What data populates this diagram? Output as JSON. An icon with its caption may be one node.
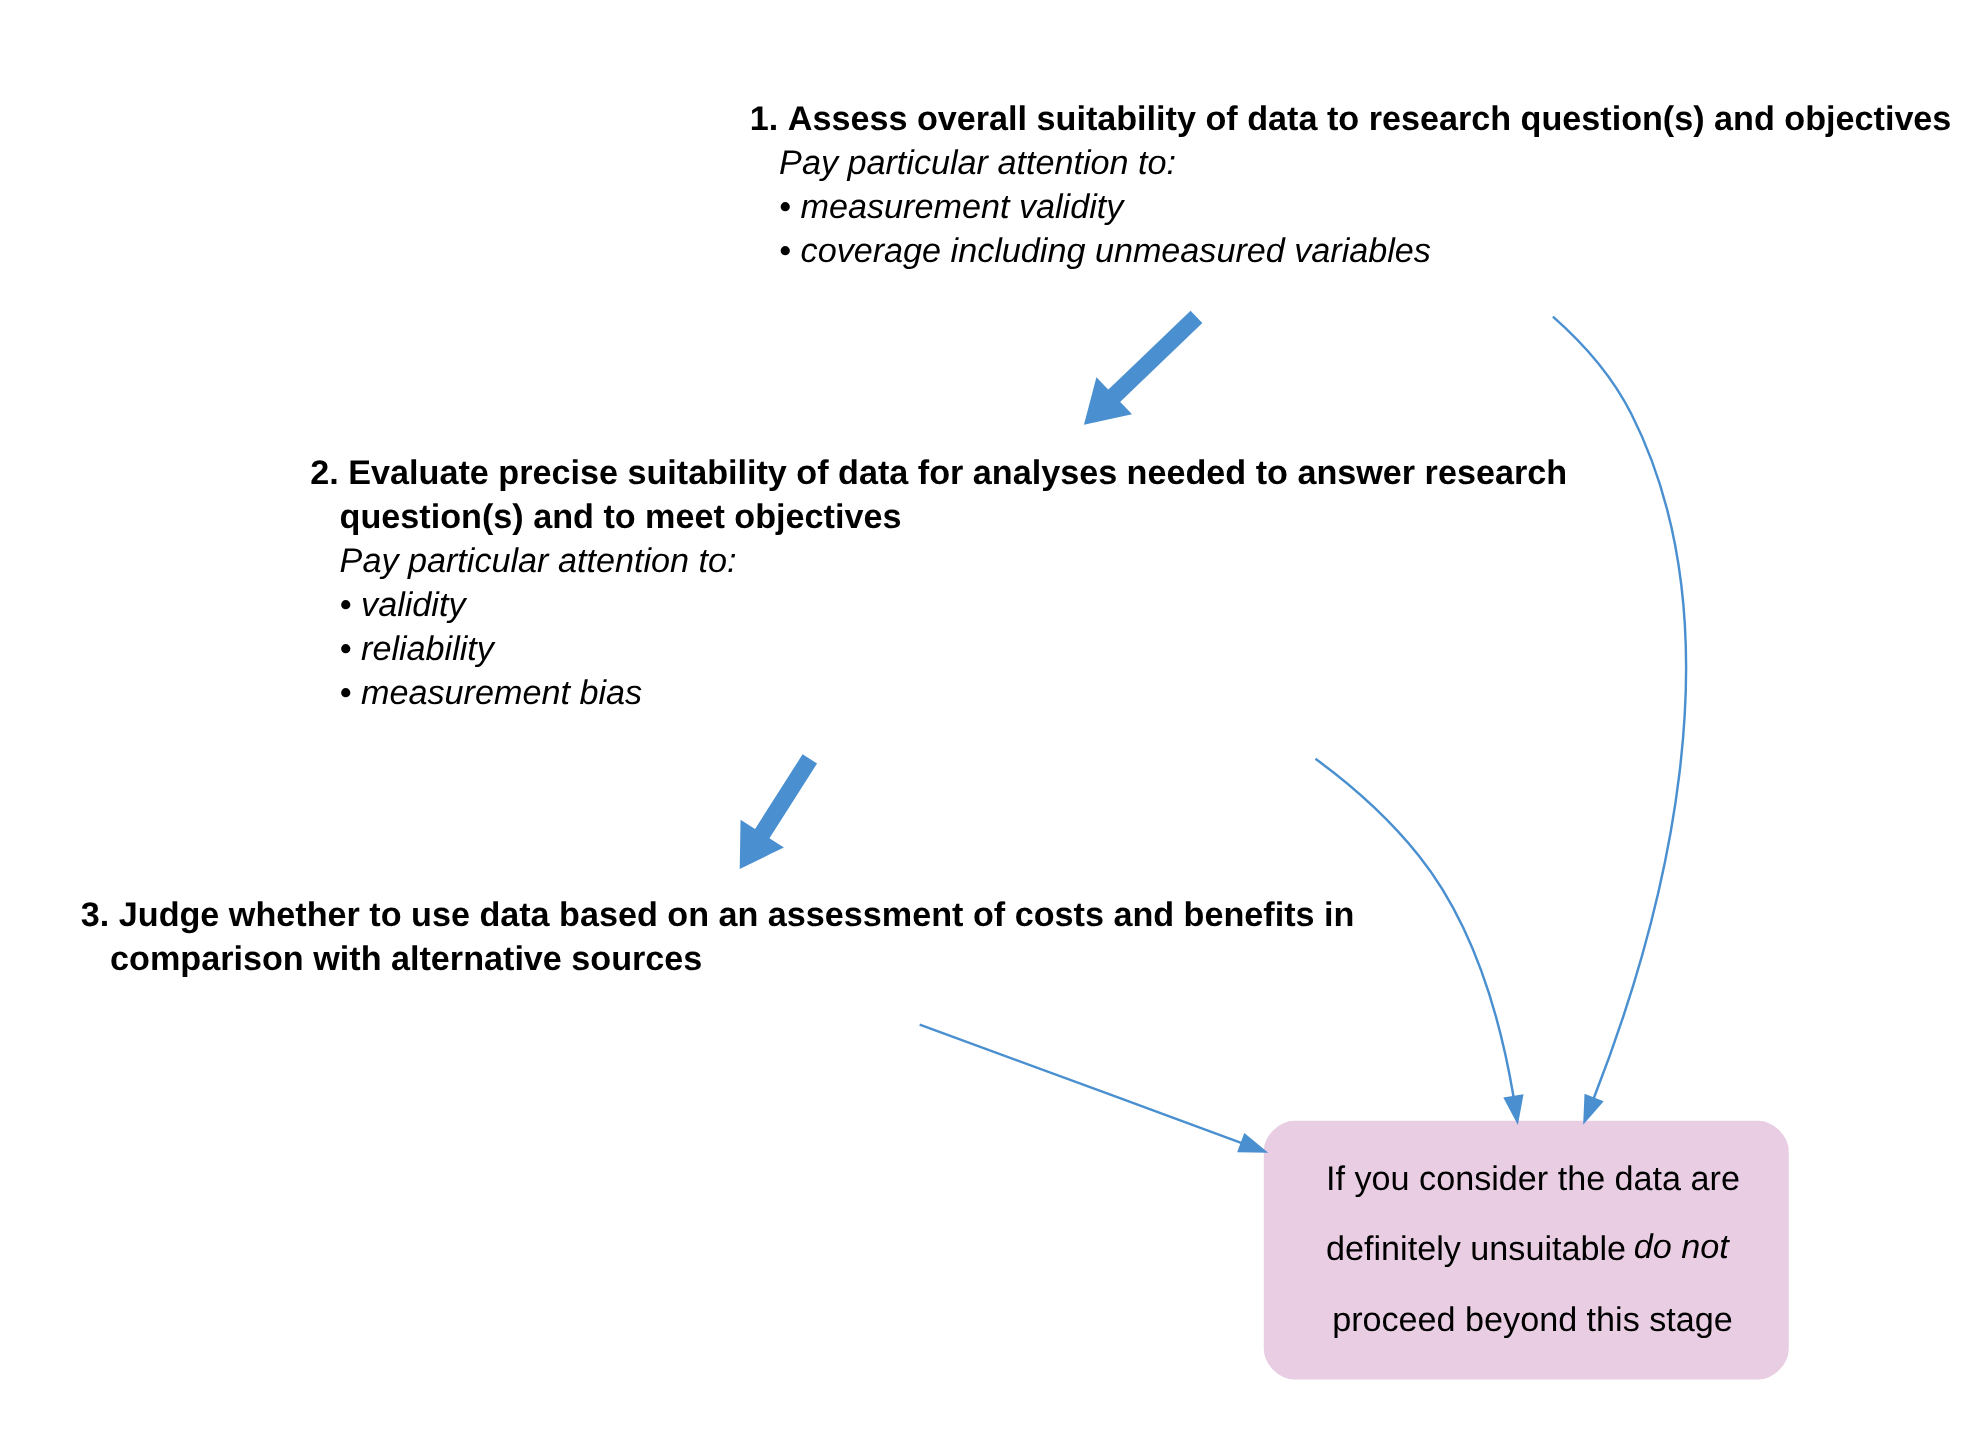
{
  "diagram": {
    "nodes": [
      {
        "text": [
          "1. Assess overall suitability of data to research question(s) and objectives",
          "Pay particular attention to:",
          "• measurement validity",
          "• coverage including unmeasured variables"
        ]
      },
      {
        "text": [
          "2. Evaluate precise suitability of data for analyses needed to answer research question(s) and to meet objectives",
          "Pay particular attention to:",
          "• validity",
          "• reliability",
          "• measurement bias"
        ]
      },
      {
        "text": [
          "3. Judge whether to use data based on an assessment of costs and benefits in comparison with alternative sources"
        ]
      },
      {
        "text": [
          "If you consider the data are definitely unsuitable *do not* proceed beyond this stage"
        ]
      }
    ],
    "edges": [
      {
        "from": 0,
        "to": 1,
        "arrow": "to",
        "style": "thick"
      },
      {
        "from": 1,
        "to": 2,
        "arrow": "to",
        "style": "thick"
      },
      {
        "from": 0,
        "to": 3,
        "arrow": "to"
      },
      {
        "from": 1,
        "to": 3,
        "arrow": "to"
      },
      {
        "from": 2,
        "to": 3,
        "arrow": "to"
      }
    ]
  }
}
